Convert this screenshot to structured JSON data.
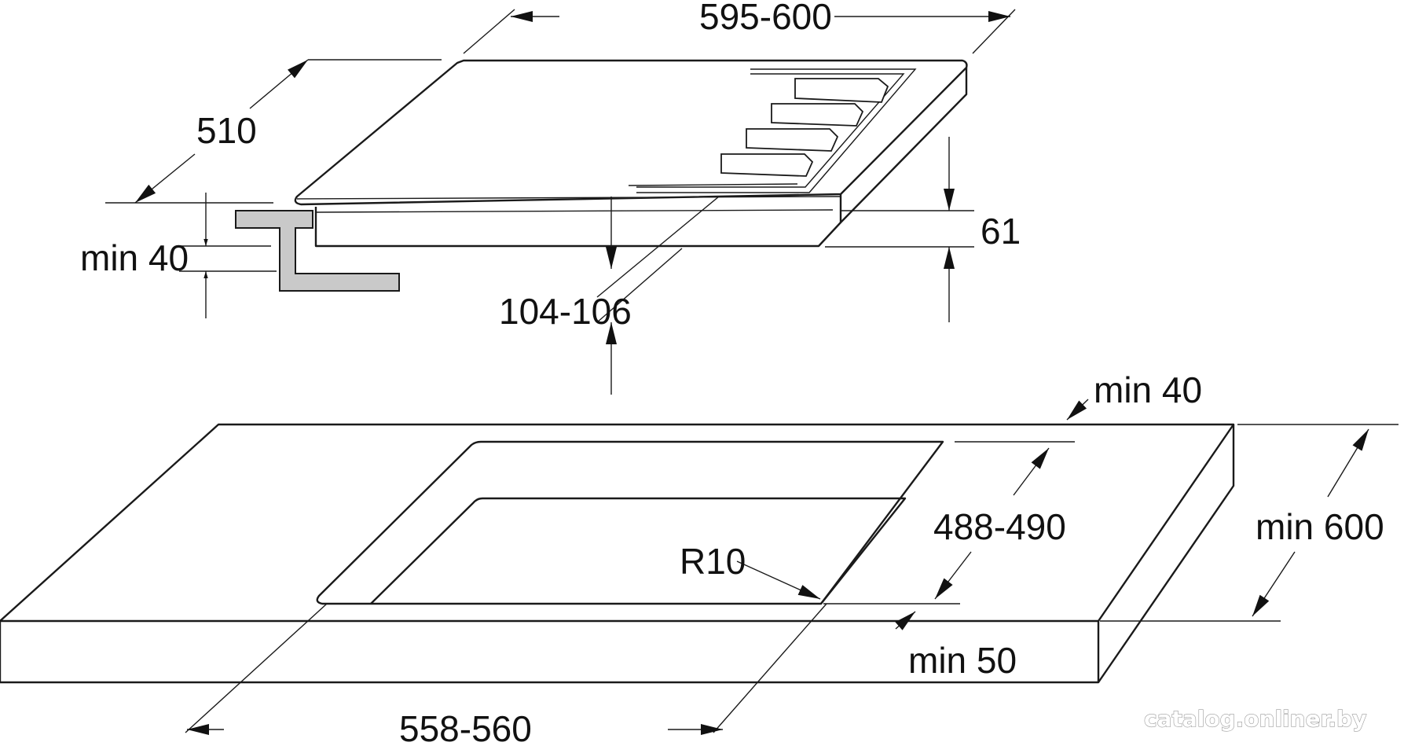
{
  "dimensions": {
    "hob_width": "595-600",
    "hob_depth": "510",
    "worktop_min_thickness": "min 40",
    "hob_height": "61",
    "hob_total_depth": "104-106",
    "rear_min_distance": "min 40",
    "cutout_depth": "488-490",
    "corner_radius": "R10",
    "worktop_min_depth": "min 600",
    "front_min_distance": "min 50",
    "cutout_width": "558-560"
  },
  "watermark": "catalog.onliner.by"
}
